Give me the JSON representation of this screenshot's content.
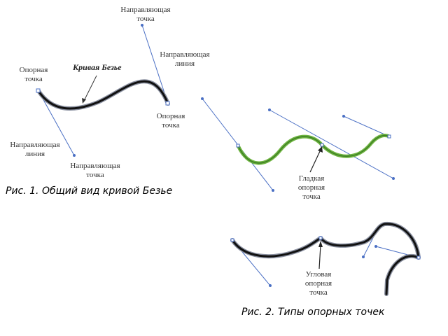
{
  "figure1": {
    "curve_title": "Кривая Безье",
    "label_guide_point_top": "Направляющая\nточка",
    "label_guide_line_top": "Направляющая\nлиния",
    "label_anchor_left": "Опорная\nточка",
    "label_anchor_right": "Опорная\nточка",
    "label_guide_line_bottom": "Направляющая\nлиния",
    "label_guide_point_bottom": "Направляющая\nточка",
    "caption": "Рис. 1. Общий вид кривой Безье"
  },
  "figure_green": {
    "label_smooth_anchor": "Гладкая\nопорная\nточка"
  },
  "figure2": {
    "label_corner_anchor": "Угловая\nопорная\nточка",
    "caption": "Рис. 2. Типы опорных точек"
  },
  "colors": {
    "curve": "#1a1a1a",
    "curve_outline": "#9aa0b0",
    "guide_line": "#4a6fc4",
    "guide_point": "#4a6fc4",
    "green_curve": "#6db33f"
  }
}
